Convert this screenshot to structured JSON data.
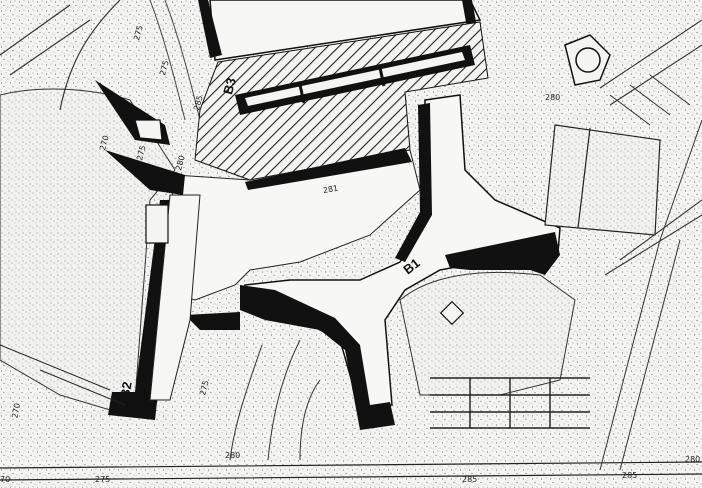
{
  "building_labels": {
    "b1": "B1",
    "b2": "B2",
    "b3": "B3"
  },
  "contour_labels": {
    "bottom_left": "70",
    "bottom_275": "275",
    "bottom_280": "280",
    "bottom_285": "285",
    "bottom_right_285": "285",
    "bottom_far_right": "280",
    "left_270": "270",
    "top_275": "275",
    "upper_275": "275",
    "upper_270": "270",
    "upper_275b": "275",
    "upper_280": "280",
    "upper_285": "285",
    "right_280": "280",
    "center_281": "281",
    "lower_275": "275"
  },
  "colors": {
    "ink": "#111111",
    "paper": "#f4f4f2",
    "stipple": "#8a8a8a"
  }
}
